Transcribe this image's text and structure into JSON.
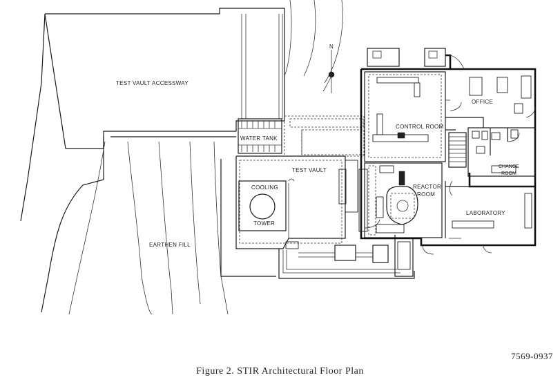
{
  "figure": {
    "caption": "Figure 2.  STIR Architectural Floor Plan",
    "code": "7569-0937"
  },
  "plan": {
    "north_label": "N",
    "rooms": {
      "test_vault_accessway": "TEST VAULT ACCESSWAY",
      "water_tank": "WATER TANK",
      "test_vault": "TEST VAULT",
      "control_room": "CONTROL ROOM",
      "office": "OFFICE",
      "change_room_1": "CHANGE",
      "change_room_2": "ROOM",
      "reactor_room_1": "REACTOR",
      "reactor_room_2": "ROOM",
      "laboratory": "LABORATORY",
      "cooling_tower_1": "COOLING",
      "cooling_tower_2": "TOWER",
      "earthen_fill": "EARTHEN FILL"
    }
  }
}
